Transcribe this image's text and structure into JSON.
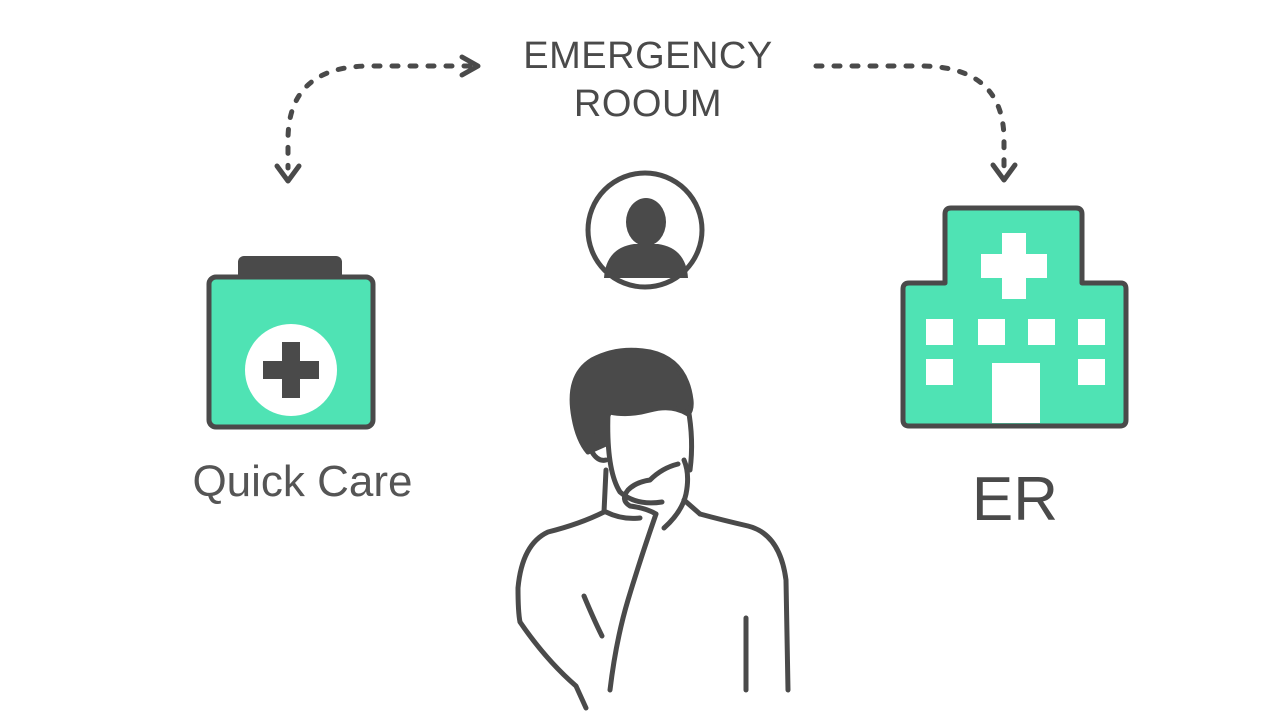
{
  "title": {
    "line1": "EMERGENCY",
    "line2": "ROOUM"
  },
  "options": {
    "left": {
      "label": "Quick Care",
      "icon": "medical-kit-icon"
    },
    "right": {
      "label": "ER",
      "icon": "hospital-icon"
    }
  },
  "center": {
    "avatar_icon": "person-avatar-icon",
    "figure": "thinking-person"
  },
  "colors": {
    "accent": "#4fe3b4",
    "stroke": "#4a4a4a",
    "text": "#555555",
    "background": "#ffffff"
  }
}
